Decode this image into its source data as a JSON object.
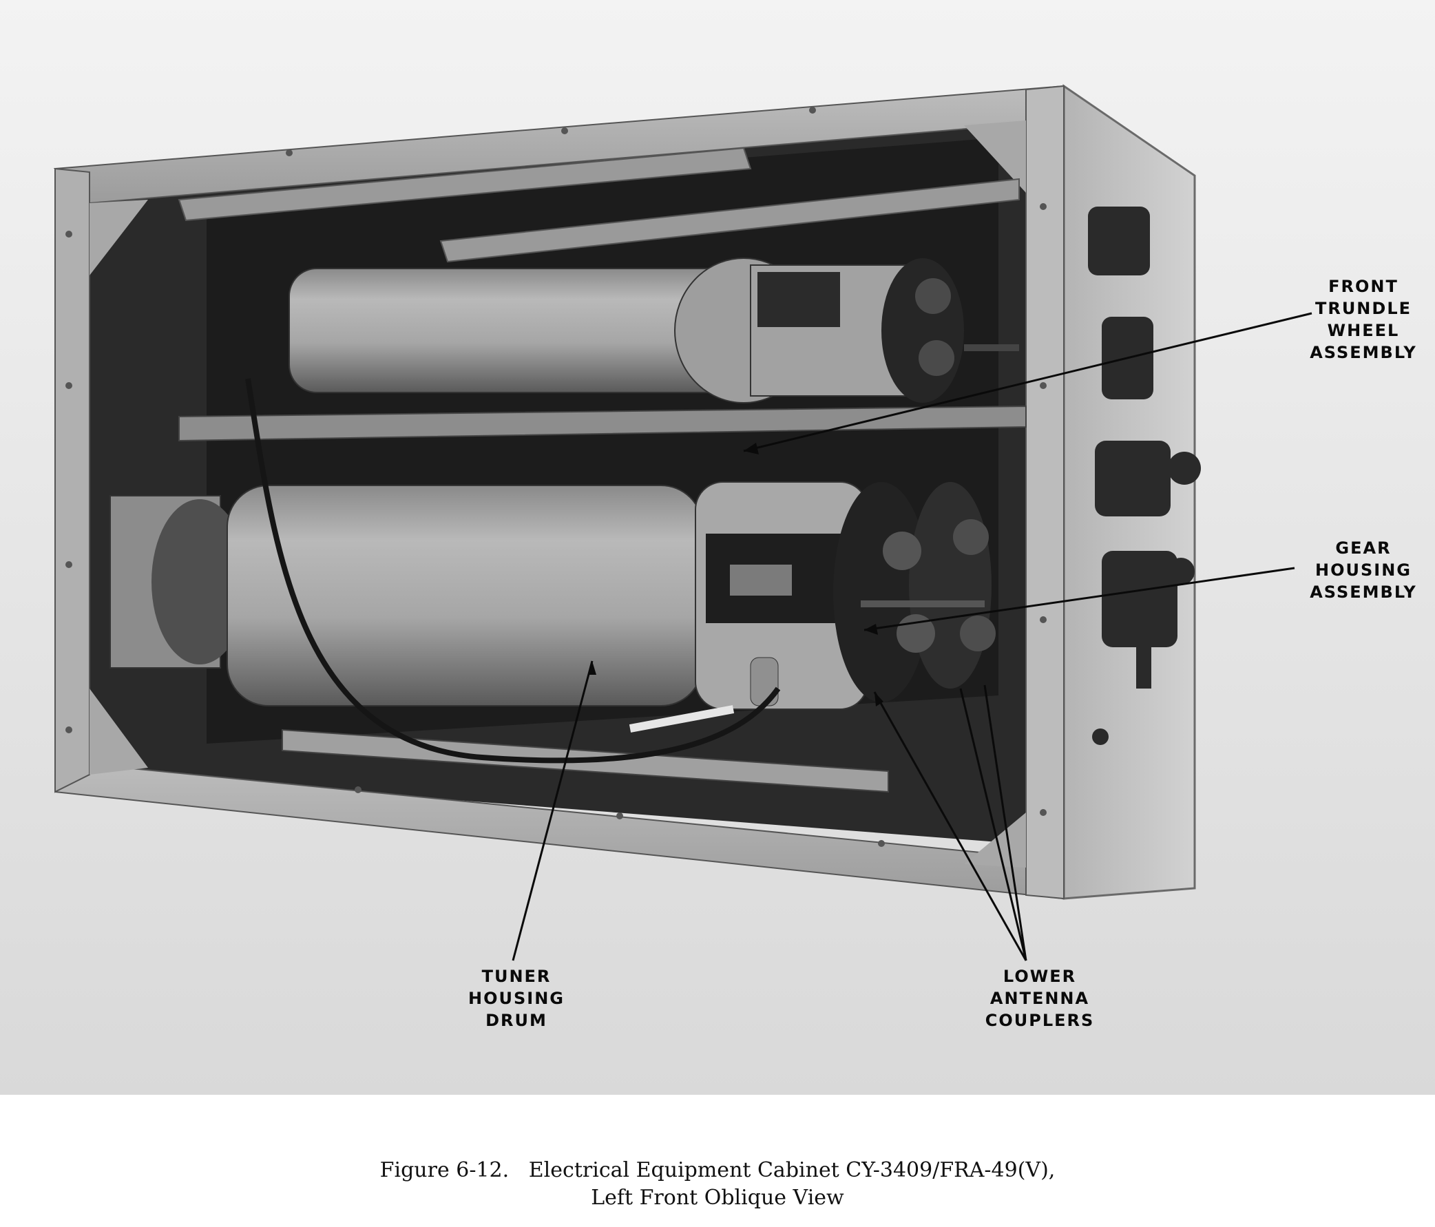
{
  "callouts": {
    "front_trundle": [
      "FRONT",
      "TRUNDLE",
      "WHEEL",
      "ASSEMBLY"
    ],
    "gear_housing": [
      "GEAR",
      "HOUSING",
      "ASSEMBLY"
    ],
    "tuner_drum": [
      "TUNER",
      "HOUSING",
      "DRUM"
    ],
    "lower_couplers": [
      "LOWER",
      "ANTENNA",
      "COUPLERS"
    ]
  },
  "caption": {
    "line1": "Figure 6-12.   Electrical Equipment Cabinet CY-3409/FRA-49(V),",
    "line2": "Left Front Oblique View"
  }
}
